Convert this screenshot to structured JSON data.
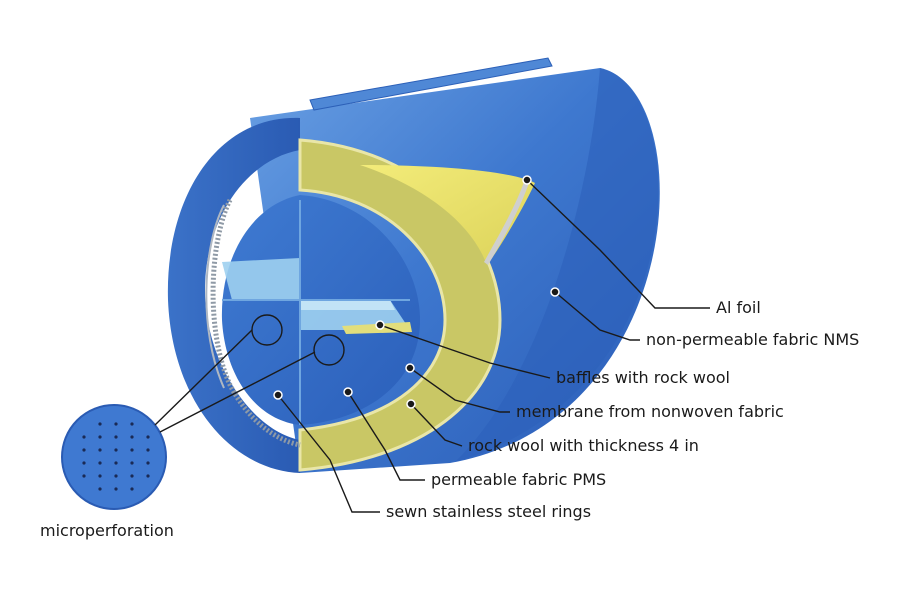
{
  "labels": {
    "al_foil": "Al foil",
    "non_permeable": "non-permeable fabric NMS",
    "baffles": "baffles with rock wool",
    "membrane": "membrane from nonwoven fabric",
    "rock_wool": "rock wool with thickness 4 in",
    "permeable": "permeable fabric PMS",
    "rings": "sewn stainless steel rings",
    "microperforation": "microperforation"
  },
  "colors": {
    "shell_blue": "#2f67c4",
    "shell_light": "#5b92dd",
    "insulation_yellow": "#c9c765",
    "foil_yellow": "#ece56a",
    "inner_light_blue": "#9fd0f0",
    "leader_line": "#1a1a1a"
  }
}
